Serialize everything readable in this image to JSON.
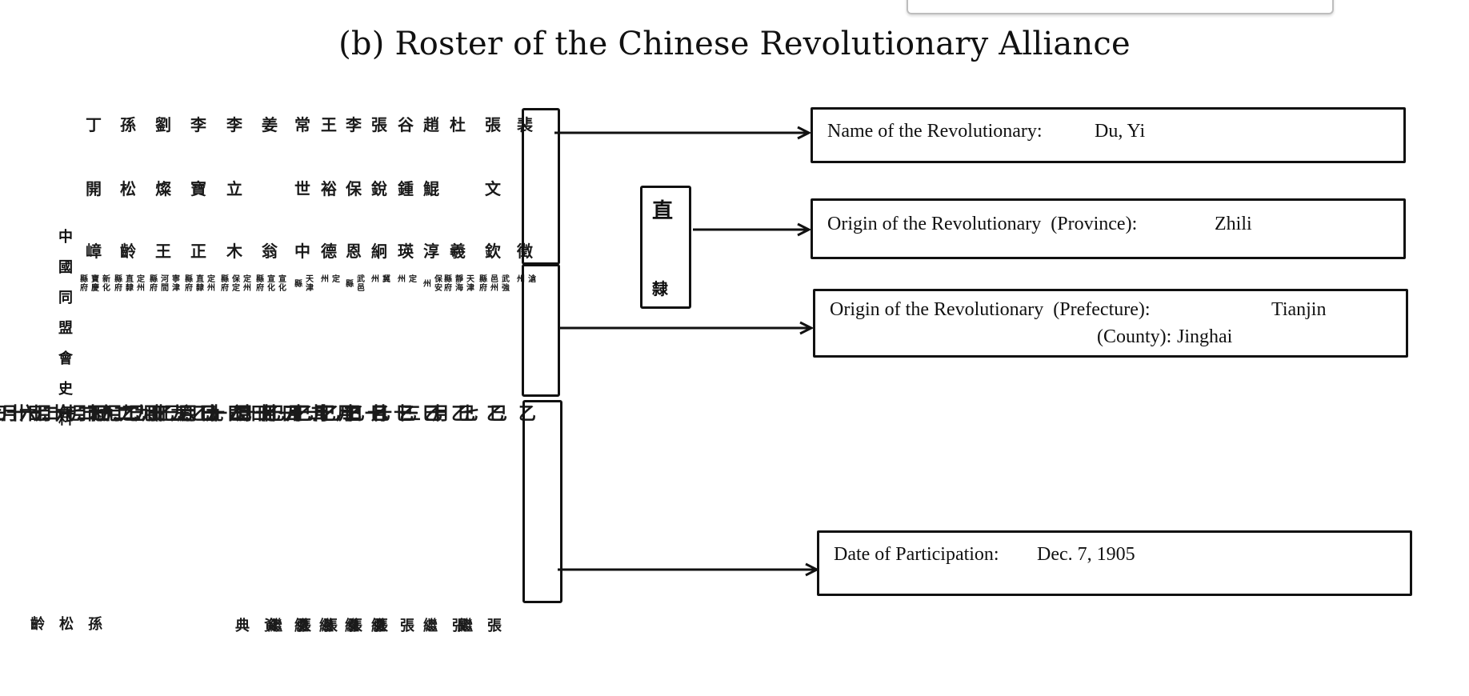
{
  "caption": "(b) Roster of the Chinese Revolutionary Alliance",
  "document": {
    "vertical_title": [
      "中",
      "國",
      "同",
      "盟",
      "會",
      "史",
      "料"
    ],
    "columns": [
      {
        "name": [
          "丁",
          "開",
          "嶂"
        ],
        "origin": [
          "新化",
          "寶慶",
          "縣府"
        ],
        "date": "丙午七月二十五日",
        "introducer": "孫松齡"
      },
      {
        "name": [
          "孫",
          "松",
          "齡"
        ],
        "origin": [
          "定州",
          "直隸",
          "縣府"
        ],
        "date": "乙巳七月十二日",
        "introducer": ""
      },
      {
        "name": [
          "劉",
          "燦",
          "王"
        ],
        "origin": [
          "寧津",
          "河間",
          "縣府"
        ],
        "date": "乙巳九月二十六日",
        "introducer": ""
      },
      {
        "name": [
          "李",
          "寶",
          "正"
        ],
        "origin": [
          "定州",
          "直隸",
          "縣府"
        ],
        "date": "乙巳九月二十六日",
        "introducer": ""
      },
      {
        "name": [
          "李",
          "立",
          "木"
        ],
        "origin": [
          "定州",
          "保定",
          "縣府"
        ],
        "date": "乙巳九月二十六日",
        "introducer": ""
      },
      {
        "name": [
          "姜",
          "",
          "翁"
        ],
        "origin": [
          "宣化",
          "宣化",
          "縣府"
        ],
        "date": "乙巳九月十九日",
        "introducer": "資典"
      },
      {
        "name": [
          "常",
          "世",
          "中"
        ],
        "origin": [
          "天津",
          "縣"
        ],
        "date": "乙巳十一月十二日",
        "introducer": "張繼"
      },
      {
        "name": [
          "王",
          "裕",
          "德"
        ],
        "origin": [
          "定",
          "州"
        ],
        "date": "乙巳十月十六日",
        "introducer": "張繼"
      },
      {
        "name": [
          "李",
          "保",
          "恩"
        ],
        "origin": [
          "武邑",
          "縣"
        ],
        "date": "乙巳十月二十三日",
        "introducer": "張繼"
      },
      {
        "name": [
          "張",
          "銳",
          "絅"
        ],
        "origin": [
          "冀",
          "州"
        ],
        "date": "乙巳十月十六日",
        "introducer": "張繼"
      },
      {
        "name": [
          "谷",
          "鍾",
          "瑛"
        ],
        "origin": [
          "定",
          "州"
        ],
        "date": "乙巳十月三十日",
        "introducer": "張繼"
      },
      {
        "name": [
          "趙",
          "鯤",
          "淳"
        ],
        "origin": [
          "保安",
          "州"
        ],
        "date": "乙巳十月二日",
        "introducer": ""
      },
      {
        "name": [
          "杜",
          "",
          "羲"
        ],
        "origin": [
          "天津",
          "靜海",
          "縣府"
        ],
        "date": "乙巳十一月十一日",
        "introducer": "張繼",
        "highlighted": true
      },
      {
        "name": [
          "張",
          "文",
          "欽"
        ],
        "origin": [
          "武強",
          "邑州",
          "縣府"
        ],
        "date": "乙巳十一月二十八日",
        "introducer": "張繼"
      },
      {
        "name": [
          "裴",
          "",
          "徵"
        ],
        "origin": [
          "滄",
          "州"
        ],
        "date": "乙巳七月三十日",
        "introducer": ""
      }
    ],
    "province_label": [
      "直",
      "隸"
    ]
  },
  "annotations": {
    "name": {
      "label": "Name of the Revolutionary:",
      "value": "Du, Yi"
    },
    "province": {
      "label": "Origin of the Revolutionary  (Province):",
      "value": "Zhili"
    },
    "prefecture": {
      "label": "Origin of the Revolutionary  (Prefecture):",
      "value": "Tianjin"
    },
    "county": {
      "label": "(County):",
      "value": "Jinghai"
    },
    "date": {
      "label": "Date of Participation:",
      "value": "Dec. 7, 1905"
    }
  }
}
